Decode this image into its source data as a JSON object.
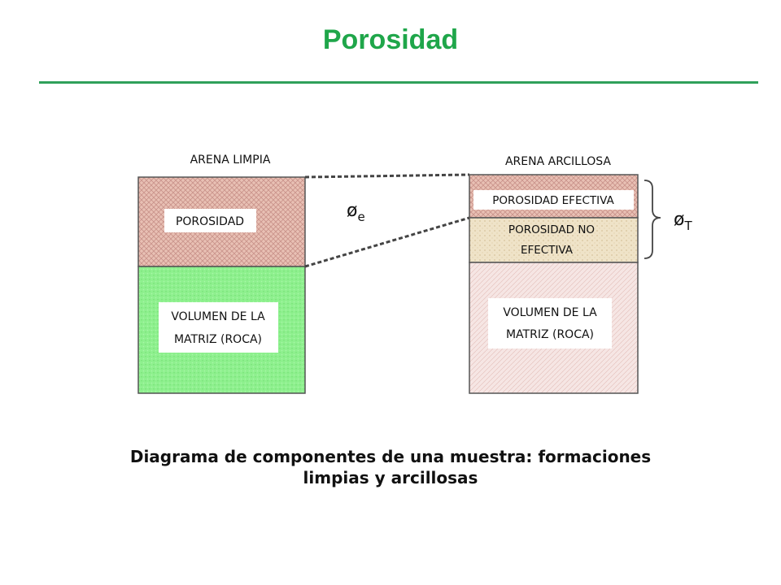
{
  "title": "Porosidad",
  "diagram": {
    "left": {
      "header": "ARENA LIMPIA",
      "top_label": "POROSIDAD",
      "bottom_label": [
        "VOLUMEN DE LA",
        "MATRIZ (ROCA)"
      ]
    },
    "right": {
      "header": "ARENA ARCILLOSA",
      "top_label": "POROSIDAD EFECTIVA",
      "middle_label": [
        "POROSIDAD NO",
        "EFECTIVA"
      ],
      "bottom_label": [
        "VOLUMEN DE LA",
        "MATRIZ (ROCA)"
      ]
    },
    "phi_e": {
      "symbol": "ø",
      "subscript": "e"
    },
    "phi_t": {
      "symbol": "ø",
      "subscript": "T"
    },
    "colors": {
      "title": "#1fa64a",
      "porosity_fill": "#e8c0b4",
      "matrix_fill": "#8ef08e",
      "non_effective_fill": "#efe3c8",
      "shale_matrix_fill": "#f6e6e4",
      "border": "#555555"
    }
  },
  "caption": {
    "line1": "Diagrama de componentes de una muestra: formaciones",
    "line2": "limpias y arcillosas"
  }
}
